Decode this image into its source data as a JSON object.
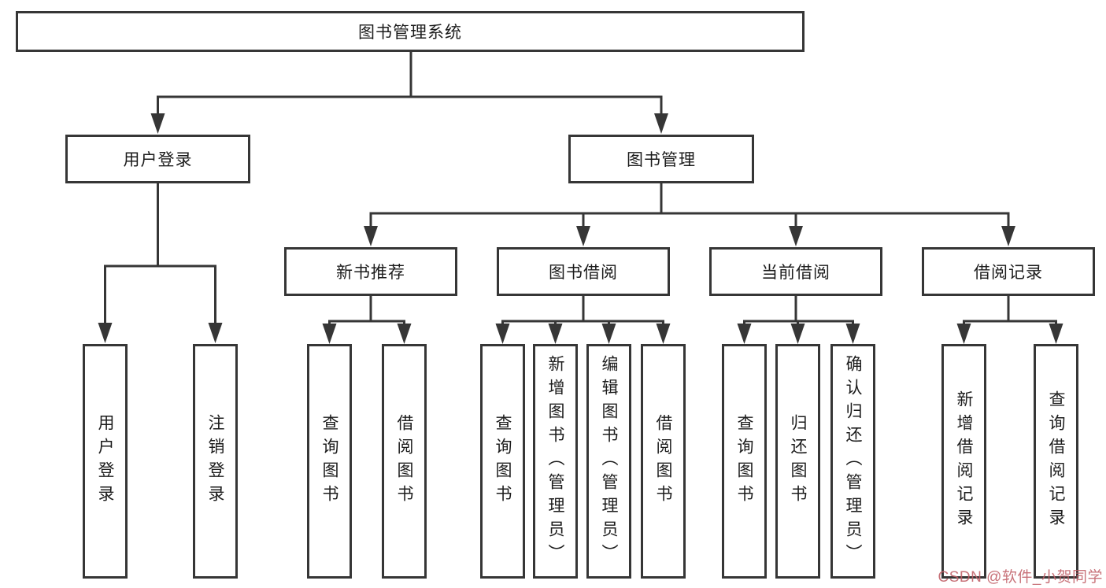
{
  "diagram": {
    "title": "图书管理系统",
    "root": {
      "label": "图书管理系统"
    },
    "level2": [
      {
        "label": "用户登录"
      },
      {
        "label": "图书管理"
      }
    ],
    "level3": [
      {
        "label": "新书推荐"
      },
      {
        "label": "图书借阅"
      },
      {
        "label": "当前借阅"
      },
      {
        "label": "借阅记录"
      }
    ],
    "leaves": [
      {
        "label": "用户登录",
        "parent": "用户登录"
      },
      {
        "label": "注销登录",
        "parent": "用户登录"
      },
      {
        "label": "查询图书",
        "parent": "新书推荐"
      },
      {
        "label": "借阅图书",
        "parent": "新书推荐"
      },
      {
        "label": "查询图书",
        "parent": "图书借阅"
      },
      {
        "label": "新增图书（管理员）",
        "parent": "图书借阅"
      },
      {
        "label": "编辑图书（管理员）",
        "parent": "图书借阅"
      },
      {
        "label": "借阅图书",
        "parent": "图书借阅"
      },
      {
        "label": "查询图书",
        "parent": "当前借阅"
      },
      {
        "label": "归还图书",
        "parent": "当前借阅"
      },
      {
        "label": "确认归还（管理员）",
        "parent": "当前借阅"
      },
      {
        "label": "新增借阅记录",
        "parent": "借阅记录"
      },
      {
        "label": "查询借阅记录",
        "parent": "借阅记录"
      }
    ],
    "line_color": "#363636",
    "box_background": "#ffffff",
    "text_color": "#1c1c1c"
  },
  "watermark": {
    "text": "CSDN @软件_小贺同学",
    "color": "#c05f66"
  }
}
